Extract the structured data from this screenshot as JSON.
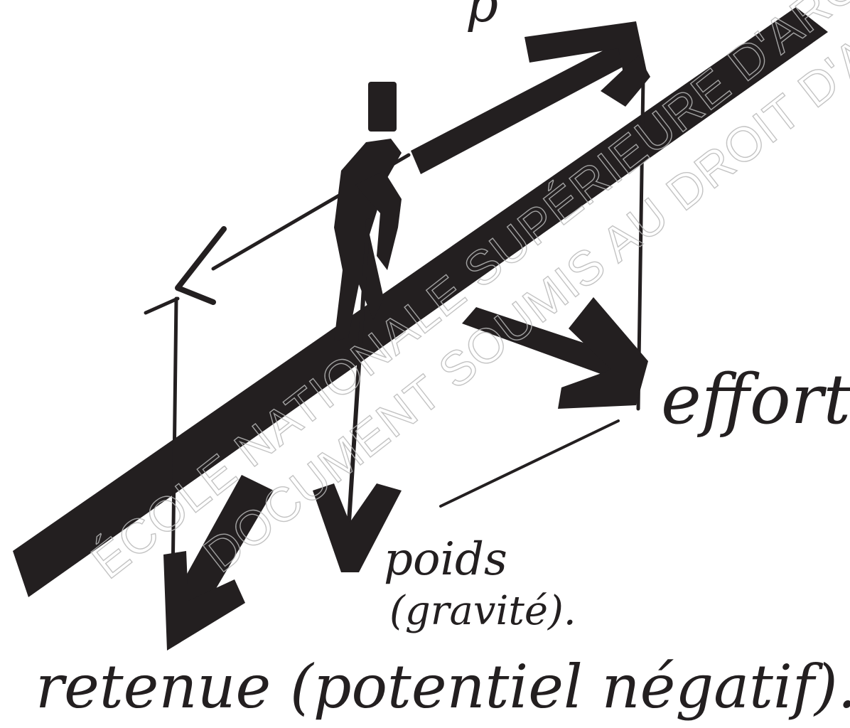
{
  "labels": {
    "top_partial": "p",
    "effort": "effort.",
    "poids": "poids",
    "gravite": "(gravité).",
    "retenue": "retenue (potentiel négatif)."
  },
  "watermark": {
    "line1": "ÉCOLE NATIONALE SUPÉRIEURE D'ARCHITECTURE",
    "line2": "DOCUMENT SOUMIS AU DROIT D'AUTEUR"
  },
  "colors": {
    "ink": "#231f20",
    "paper": "#ffffff",
    "watermark": "#b9b9b9"
  }
}
